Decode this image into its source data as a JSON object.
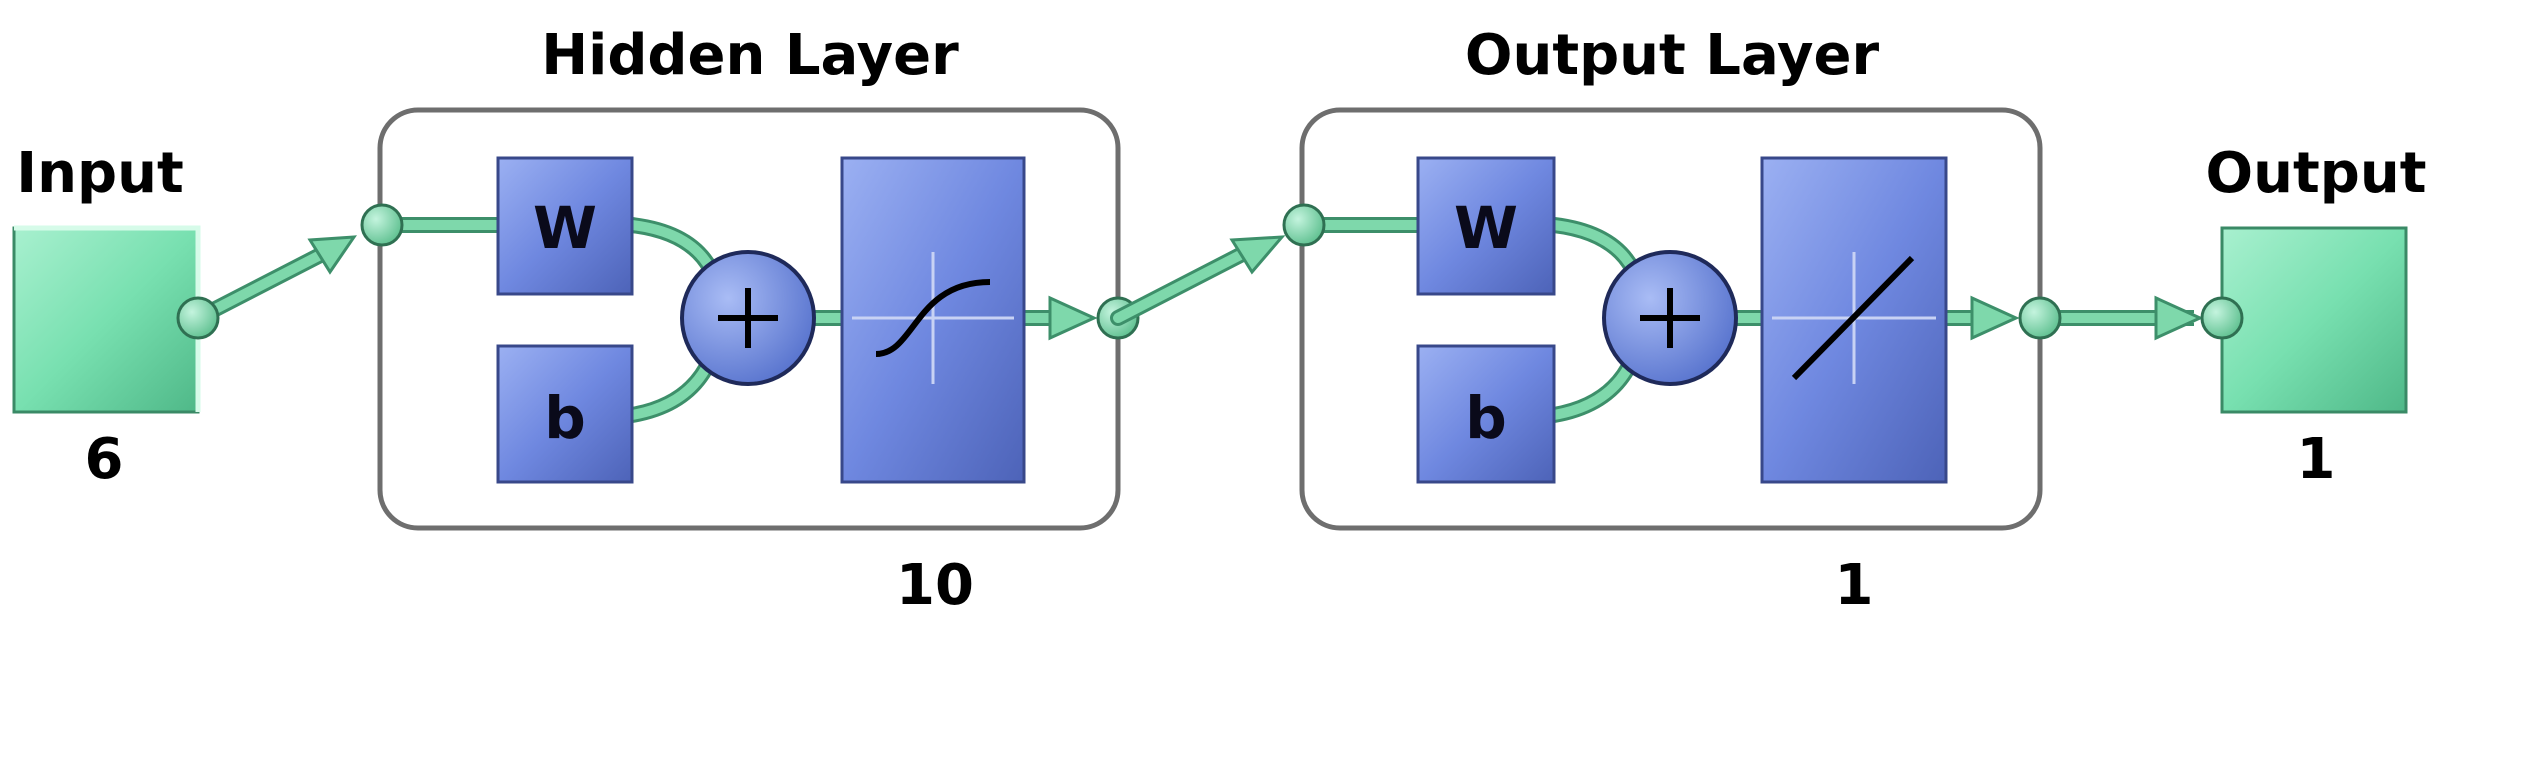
{
  "input": {
    "title": "Input",
    "size": "6"
  },
  "hidden_layer": {
    "title": "Hidden Layer",
    "weight_label": "W",
    "bias_label": "b",
    "transfer": "sigmoid",
    "size": "10"
  },
  "output_layer": {
    "title": "Output Layer",
    "weight_label": "W",
    "bias_label": "b",
    "transfer": "linear",
    "size": "1"
  },
  "output": {
    "title": "Output",
    "size": "1"
  },
  "colors": {
    "terminal": "#78e0b0",
    "block": "#6f88e0",
    "connector": "#78d8a8",
    "frame": "#6e6e6e"
  }
}
